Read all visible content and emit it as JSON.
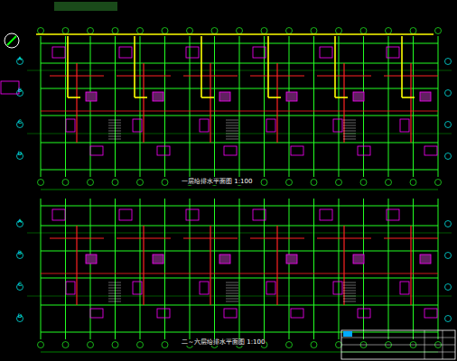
{
  "diagram": {
    "labels": [
      "一层给排水平面图 1:100",
      "二～六层给排水平面图 1:100",
      "A",
      "B",
      "C",
      "D",
      "A",
      "B",
      "C",
      "D"
    ]
  }
}
